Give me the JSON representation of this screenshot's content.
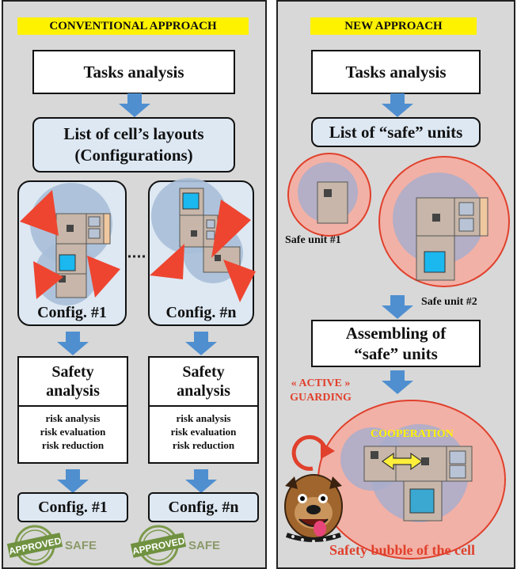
{
  "left": {
    "banner": "CONVENTIONAL APPROACH",
    "tasks": "Tasks analysis",
    "layouts_line1": "List of cell’s layouts",
    "layouts_line2": "(Configurations)",
    "config1": "Config. #1",
    "confign": "Config. #n",
    "safety1_title1": "Safety",
    "safety1_title2": "analysis",
    "safety2_title1": "Safety",
    "safety2_title2": "analysis",
    "risk_items": [
      "risk analysis",
      "risk evaluation",
      "risk reduction"
    ],
    "out1": "Config. #1",
    "outn": "Config. #n",
    "safe": "SAFE",
    "stamp": "APPROVED"
  },
  "right": {
    "banner": "NEW APPROACH",
    "tasks": "Tasks analysis",
    "units": "List of “safe” units",
    "unit1": "Safe unit #1",
    "unit2": "Safe unit #2",
    "assembling_line1": "Assembling of",
    "assembling_line2": "“safe” units",
    "active_line1": "« ACTIVE »",
    "active_line2": "GUARDING",
    "cooperation": "COOPERATION",
    "bubble": "Safety bubble of the cell"
  },
  "colors": {
    "arrow": "#4f8fd0",
    "red": "#e0402c",
    "yellow": "#fff200",
    "cyan": "#1bb8f0"
  }
}
